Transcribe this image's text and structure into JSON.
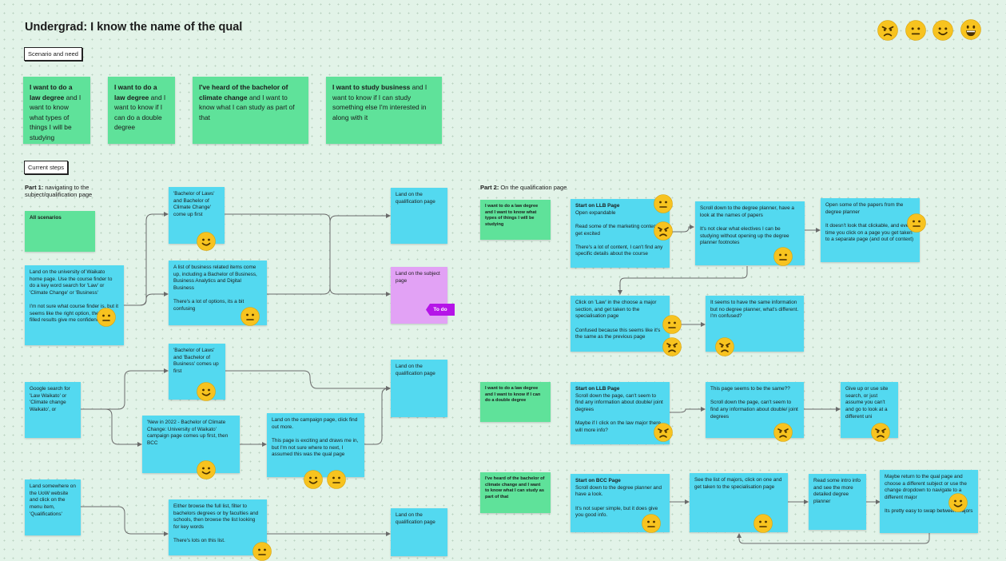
{
  "title": "Undergrad: I know the name of the qual",
  "tags": {
    "scenario": "Scenario and need",
    "current_steps": "Current steps"
  },
  "parts": {
    "part1_bold": "Part 1:",
    "part1_rest": " navigating to the subject/qualification page",
    "part2_bold": "Part 2:",
    "part2_rest": " On the qualification page"
  },
  "scenarios": [
    {
      "bold": "I want to do a law degree",
      "rest": " and I want to know what types of things I will be studying"
    },
    {
      "bold": "I want to do a law degree",
      "rest": " and I want to know if I can do a double degree"
    },
    {
      "bold": "I've heard of the bachelor of climate change",
      "rest": " and I want to know what I can study as part of that"
    },
    {
      "bold": "I want to study business",
      "rest": " and I want to know if I can study something else I'm interested in along with it"
    }
  ],
  "part1": {
    "all_scenarios": "All scenarios",
    "land_waikato": "Land on the university of Waikato home page. Use the course finder to do a key word search for 'Law' or 'Climate Change' or 'Business'\n\nI'm not sure what course finder is, but it seems like the right option, the auto filled results give me confidence",
    "bachelor_laws_1": "'Bachelor of Laws' and Bachelor of Climate Change' come up first",
    "business_list": "A list of business related items come up, including a Bachelor of Business, Business Analytics and Digital Business\n\nThere's a lot of options, its a bit confusing",
    "land_qual_1": "Land on the qualification page",
    "land_subject": "Land on the subject page",
    "todo": "To do",
    "google_search": "Google search for 'Law Waikato' or 'Climate change Waikato', or",
    "bachelor_laws_2": "'Bachelor of Laws' and 'Bachelor of Business' comes up first",
    "new_2022": "'New in 2022 - Bachelor of Climate Change: University of Waikato' campaign page comes up first, then BCC",
    "campaign_page": "Land on the campaign page, click find out more.\n\nThis page is exciting and draws me in, but I'm not sure where to next, I assumed this was the qual page",
    "land_qual_2": "Land on the qualification page",
    "land_somewhere": "Land somewhere on the UoW website and click on the menu item, 'Qualifications'",
    "browse_list": "Either browse the full list, filter to bachelors degrees or by faculties and schools, then browse the list looking for key words\n\nThere's lots on this list.",
    "land_qual_3": "Land on the qualification page"
  },
  "part2": {
    "s1": "I want to do a law degree and I want to know what types of things I will be studying",
    "s1_start_title": "Start on LLB Page",
    "s1_start_body": "Open expandable\n\nRead some of the marketing content, get excited\n\nThere's a lot of content, I can't find any specific details about the course",
    "s1_scroll": "Scroll down to the degree planner, have a look at the names of papers\n\nIt's not clear what electives I can be studying without opening up the degree planner footnotes",
    "s1_open_papers": "Open some of the papers from the degree planner\n\nIt doesn't look that clickable, and every time you click on a page you get taken to a separate page (and out of context)",
    "s1_click_law": "Click on 'Law' in the choose a major section, and get taken to the specialisation page\n\nConfused because this seems like it's the same as the previous page",
    "s1_same_info": "It seems to have the same information but no degree planner, what's different. I'm confused?",
    "s2": "I want to do a law degree and I want to know if I can do a double degree",
    "s2_start_title": "Start on LLB Page",
    "s2_start_body": "Scroll down the page, can't seem to find any information about double/ joint degrees\n\nMaybe if I click on the law major there will more info?",
    "s2_same": "This page seems to be the same??\n\nScroll down the page, can't seem to find any information about double/ joint degrees",
    "s2_give_up": "Give up or use site search, or just assume you can't and go to look at a different uni",
    "s3": "I've heard of the bachelor of climate change and I want to know what I can study as part of that",
    "s3_start_title": "Start on BCC Page",
    "s3_start_body": "Scroll down to the degree planner and have a look.\n\nIt's not super simple, but it does give you good info.",
    "s3_majors": "See the list of majors, click on one and get taken to the specialisation page",
    "s3_intro": "Read some intro info and see the more detailed degree planner",
    "s3_return": "Maybe return to the qual page and choose a different subject or use the change dropdown to navigate to a different major\n\nIts pretty easy to swap between majors"
  },
  "legend": [
    "angry-face",
    "neutral-face",
    "smiling-face",
    "grinning-face"
  ],
  "colors": {
    "green": "#5fe29a",
    "blue": "#53d9f0",
    "pink": "#e2a2f5",
    "todo": "#b514e8",
    "face": "#f7c31f"
  }
}
